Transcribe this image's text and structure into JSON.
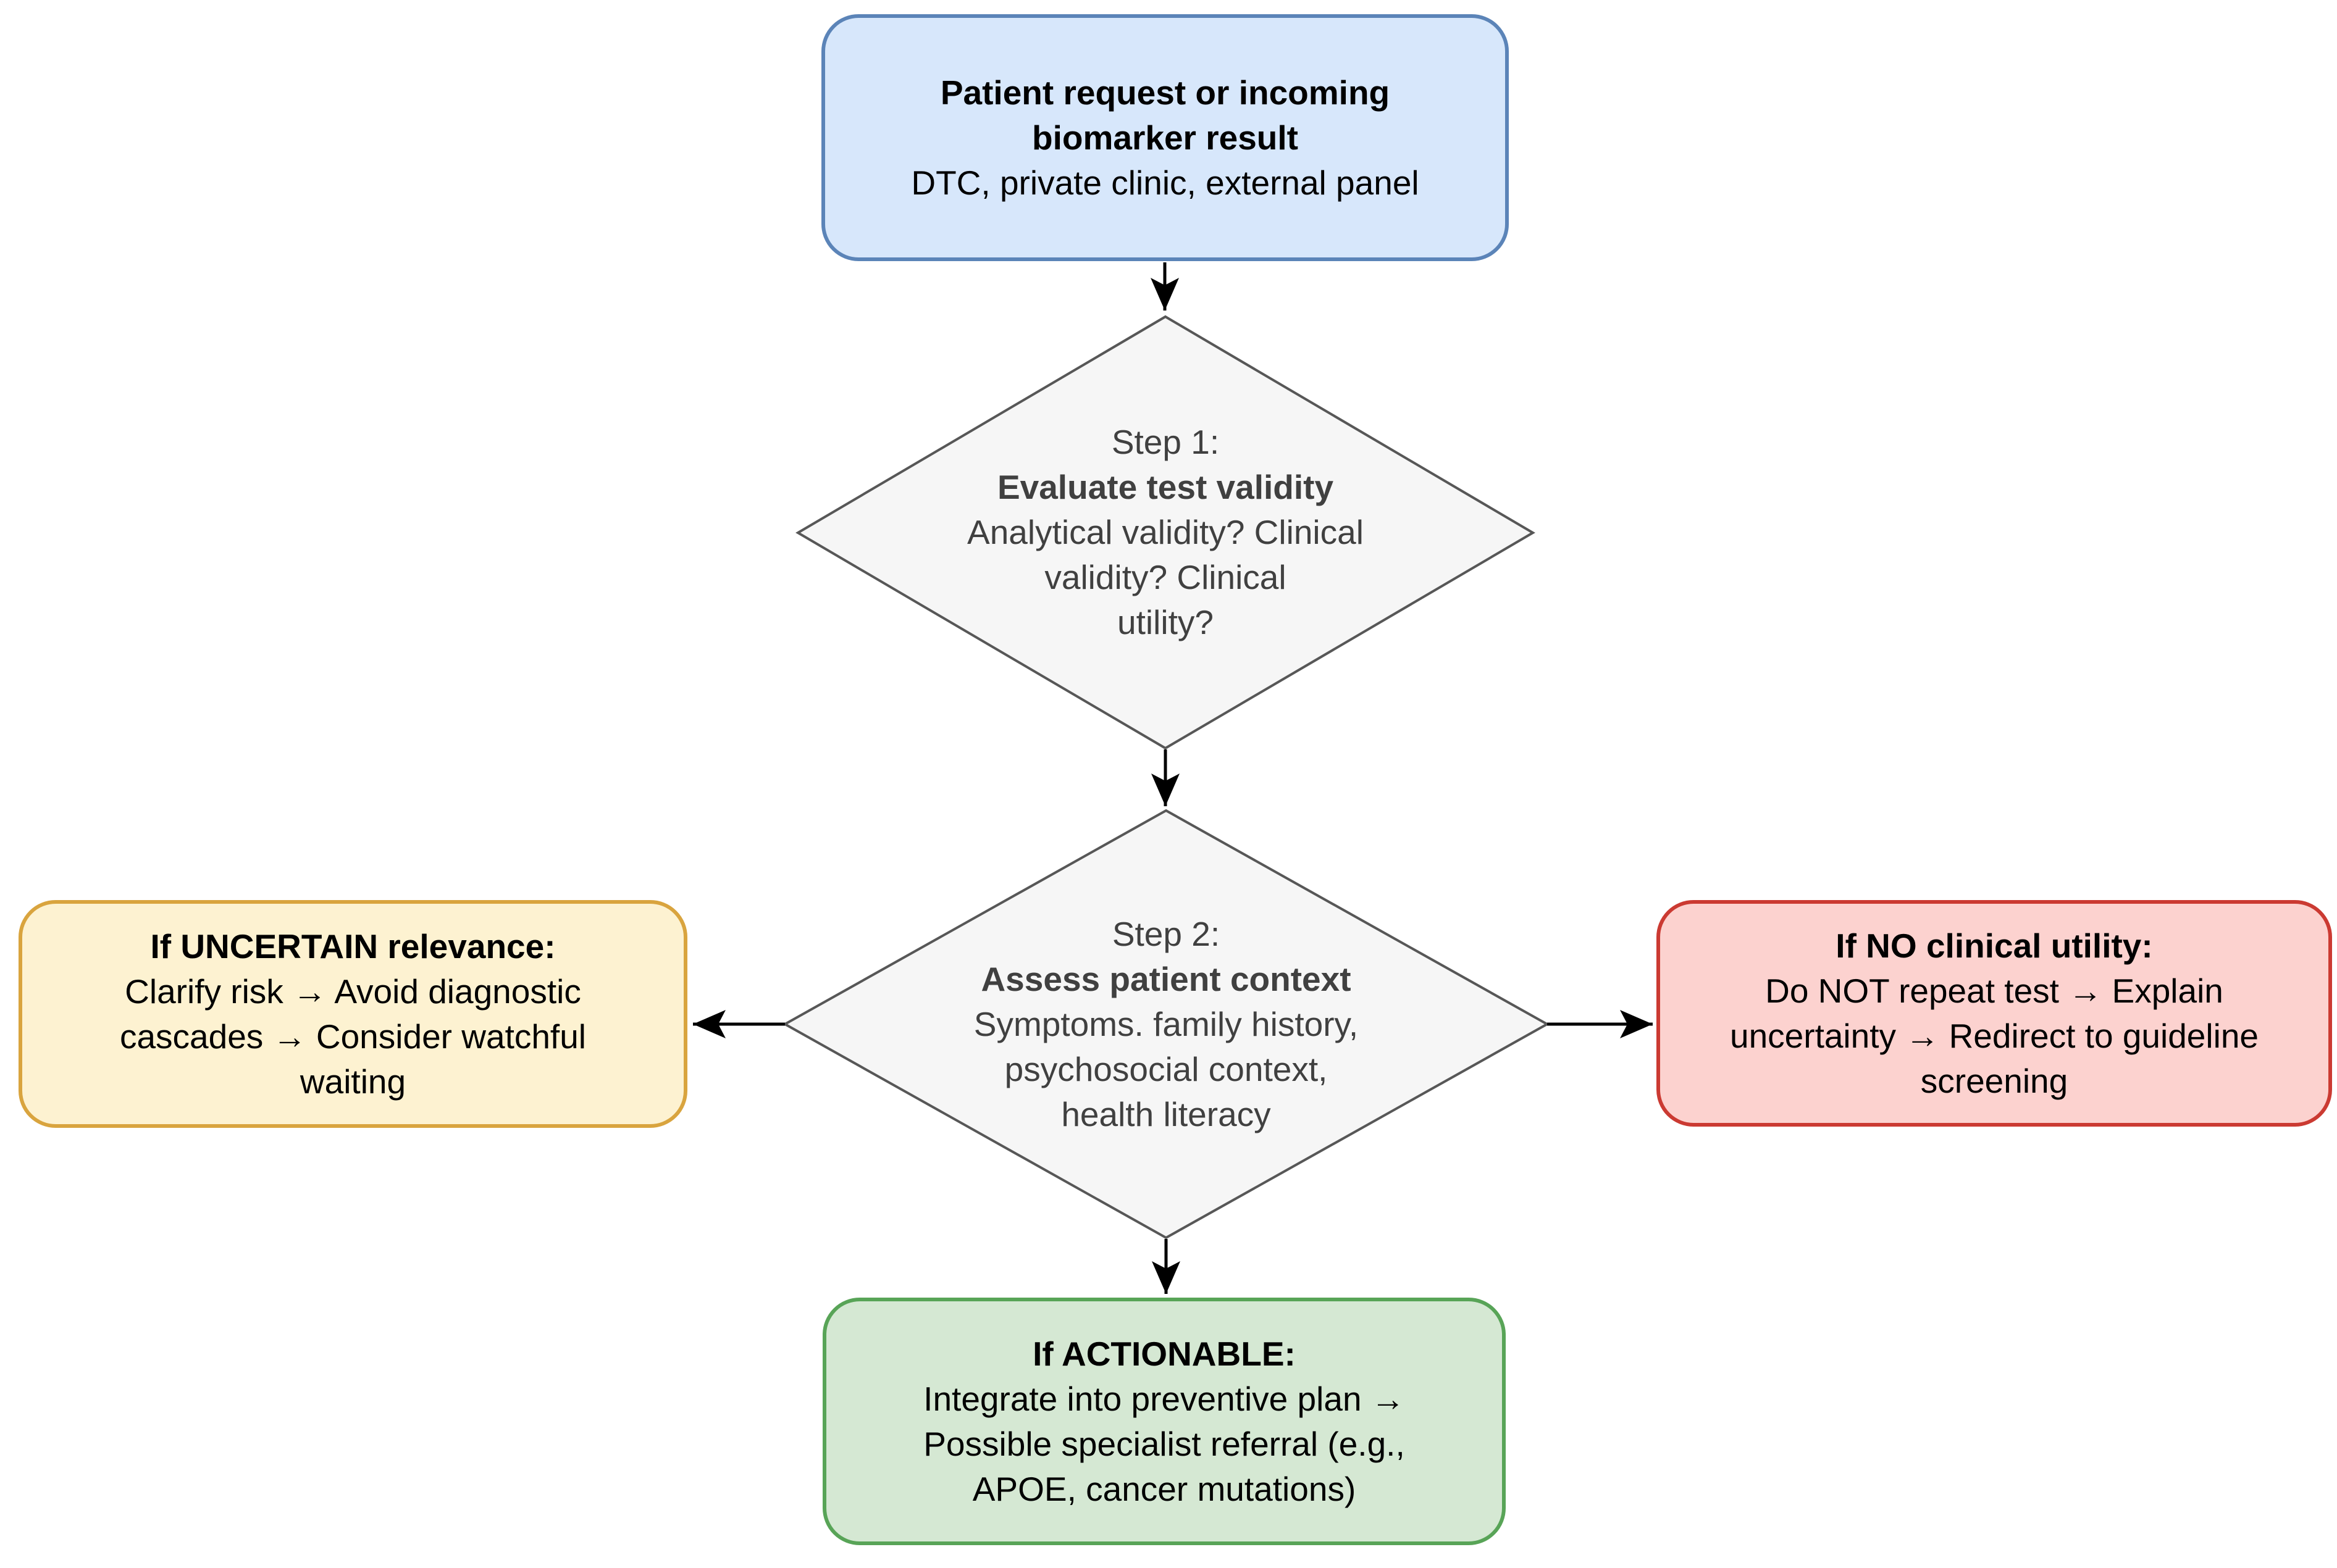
{
  "nodes": {
    "source": {
      "type": "rounded-box",
      "title_lines": [
        "Patient request or incoming",
        "biomarker result"
      ],
      "body_lines": [
        "DTC, private clinic, external panel"
      ],
      "fill": "#d7e7fb",
      "stroke": "#5b84b8"
    },
    "step1": {
      "type": "decision-diamond",
      "pre_line": "Step 1:",
      "title": "Evaluate test validity",
      "body_lines": [
        "Analytical validity? Clinical",
        "validity? Clinical",
        "utility?"
      ],
      "fill": "#f6f6f6",
      "stroke": "#575757"
    },
    "step2": {
      "type": "decision-diamond",
      "pre_line": "Step 2:",
      "title": "Assess patient context",
      "body_lines": [
        "Symptoms. family history,",
        "psychosocial context,",
        "health literacy"
      ],
      "fill": "#f6f6f6",
      "stroke": "#575757"
    },
    "uncertain": {
      "type": "rounded-box",
      "title_lines": [
        "If UNCERTAIN relevance:"
      ],
      "body_lines": [
        "Clarify risk → Avoid diagnostic",
        "cascades → Consider watchful",
        "waiting"
      ],
      "fill": "#fdf2d1",
      "stroke": "#d9a43e"
    },
    "no_utility": {
      "type": "rounded-box",
      "title_lines": [
        "If NO clinical utility:"
      ],
      "body_lines": [
        "Do NOT repeat test → Explain",
        "uncertainty → Redirect to guideline",
        "screening"
      ],
      "fill": "#fcd2cf",
      "stroke": "#cb3a32"
    },
    "actionable": {
      "type": "rounded-box",
      "title_lines": [
        "If ACTIONABLE:"
      ],
      "body_lines": [
        "Integrate into preventive plan →",
        "Possible specialist referral (e.g.,",
        "APOE, cancer mutations)"
      ],
      "fill": "#d5e8d3",
      "stroke": "#58a457"
    }
  },
  "connectors": [
    {
      "from": "source",
      "to": "step1",
      "direction": "down"
    },
    {
      "from": "step1",
      "to": "step2",
      "direction": "down"
    },
    {
      "from": "step2",
      "to": "uncertain",
      "direction": "left"
    },
    {
      "from": "step2",
      "to": "no_utility",
      "direction": "right"
    },
    {
      "from": "step2",
      "to": "actionable",
      "direction": "down"
    }
  ],
  "colors": {
    "background": "#ffffff",
    "arrow": "#000000",
    "diamond_fill": "#f6f6f6",
    "diamond_stroke": "#575757",
    "box_text": "#000000",
    "diamond_text": "#404040"
  }
}
